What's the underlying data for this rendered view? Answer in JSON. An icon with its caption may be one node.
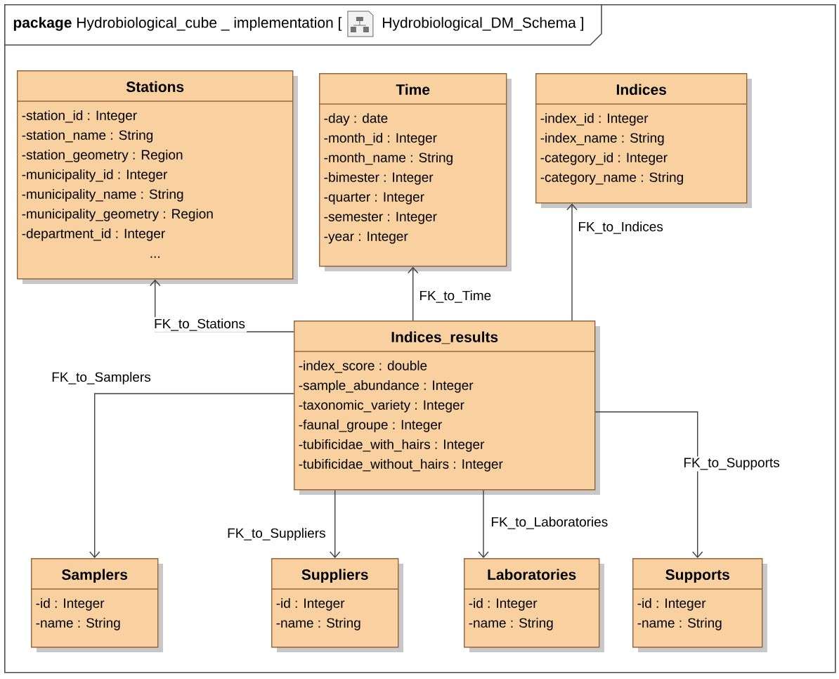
{
  "diagram": {
    "nodes": [
      {
        "text": [
          "**package** Hydrobiological_cube _ implementation [",
          "Hydrobiological_DM_Schema ]"
        ]
      },
      {
        "text": [
          "Stations",
          "-station_id : Integer",
          "-station_name : String",
          "-station_geometry : Region",
          "-municipality_id : Integer",
          "-municipality_name : String",
          "-municipality_geometry : Region",
          "-department_id : Integer",
          "..."
        ],
        "in": 0
      },
      {
        "text": [
          "Time",
          "-day : date",
          "-month_id : Integer",
          "-month_name : String",
          "-bimester : Integer",
          "-quarter : Integer",
          "-semester : Integer",
          "-year : Integer"
        ],
        "in": 0
      },
      {
        "text": [
          "Indices",
          "-index_id : Integer",
          "-index_name : String",
          "-category_id : Integer",
          "-category_name : String"
        ],
        "in": 0
      },
      {
        "text": [
          "Indices_results",
          "-index_score : double",
          "-sample_abundance : Integer",
          "-taxonomic_variety : Integer",
          "-faunal_groupe : Integer",
          "-tubificidae_with_hairs : Integer",
          "-tubificidae_without_hairs : Integer"
        ],
        "in": 0
      },
      {
        "text": [
          "Samplers",
          "-id : Integer",
          "-name : String"
        ],
        "in": 0
      },
      {
        "text": [
          "Suppliers",
          "-id : Integer",
          "-name : String"
        ],
        "in": 0
      },
      {
        "text": [
          "Laboratories",
          "-id : Integer",
          "-name : String"
        ],
        "in": 0
      },
      {
        "text": [
          "Supports",
          "-id : Integer",
          "-name : String"
        ],
        "in": 0
      }
    ],
    "edges": [
      {
        "from": 4,
        "to": 1,
        "arrow": "to",
        "label": "FK_to_Stations"
      },
      {
        "from": 4,
        "to": 2,
        "arrow": "to",
        "label": "FK_to_Time"
      },
      {
        "from": 4,
        "to": 3,
        "arrow": "to",
        "label": "FK_to_Indices"
      },
      {
        "from": 4,
        "to": 5,
        "arrow": "to",
        "label": "FK_to_Samplers"
      },
      {
        "from": 4,
        "to": 6,
        "arrow": "to",
        "label": "FK_to_Suppliers"
      },
      {
        "from": 4,
        "to": 7,
        "arrow": "to",
        "label": "FK_to_Laboratories"
      },
      {
        "from": 4,
        "to": 8,
        "arrow": "to",
        "label": "FK_to_Supports"
      }
    ]
  }
}
